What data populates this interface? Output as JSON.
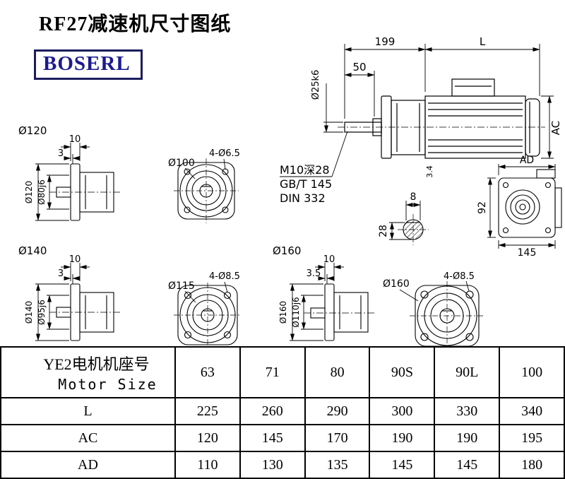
{
  "page": {
    "title": "RF27减速机尺寸图纸",
    "logo": "BOSERL"
  },
  "main_view": {
    "dim_199": "199",
    "dim_l": "L",
    "dim_50": "50",
    "shaft_dia": "Ø25k6",
    "dim_ac": "AC",
    "dim_34": "3.4",
    "thread_note": "M10深28",
    "std_note1": "GB/T 145",
    "std_note2": "DIN 332"
  },
  "shaft_section": {
    "dim_8": "8",
    "dim_28": "28"
  },
  "rear_view": {
    "dim_ad": "AD",
    "dim_92": "92",
    "dim_145": "145"
  },
  "flange_120": {
    "label": "Ø120",
    "dim_10": "10",
    "dim_3": "3",
    "outer_dia": "Ø120",
    "spigot_dia": "Ø80j6"
  },
  "front_100": {
    "dia": "Ø100",
    "holes": "4-Ø6.5"
  },
  "flange_140": {
    "label": "Ø140",
    "dim_10": "10",
    "dim_3": "3",
    "outer_dia": "Ø140",
    "spigot_dia": "Ø95j6"
  },
  "front_115": {
    "dia": "Ø115",
    "holes": "4-Ø8.5"
  },
  "flange_160": {
    "label": "Ø160",
    "dim_10": "10",
    "dim_3_5": "3.5",
    "outer_dia": "Ø160",
    "spigot_dia": "Ø110j6"
  },
  "front_160": {
    "dia": "Ø160",
    "holes": "4-Ø8.5"
  },
  "table": {
    "header_cn": "YE2电机机座号",
    "header_en": "Motor Size",
    "sizes": [
      "63",
      "71",
      "80",
      "90S",
      "90L",
      "100"
    ],
    "rows": [
      {
        "label": "L",
        "values": [
          "225",
          "260",
          "290",
          "300",
          "330",
          "340"
        ]
      },
      {
        "label": "AC",
        "values": [
          "120",
          "145",
          "170",
          "190",
          "190",
          "195"
        ]
      },
      {
        "label": "AD",
        "values": [
          "110",
          "130",
          "135",
          "145",
          "145",
          "180"
        ]
      }
    ]
  }
}
